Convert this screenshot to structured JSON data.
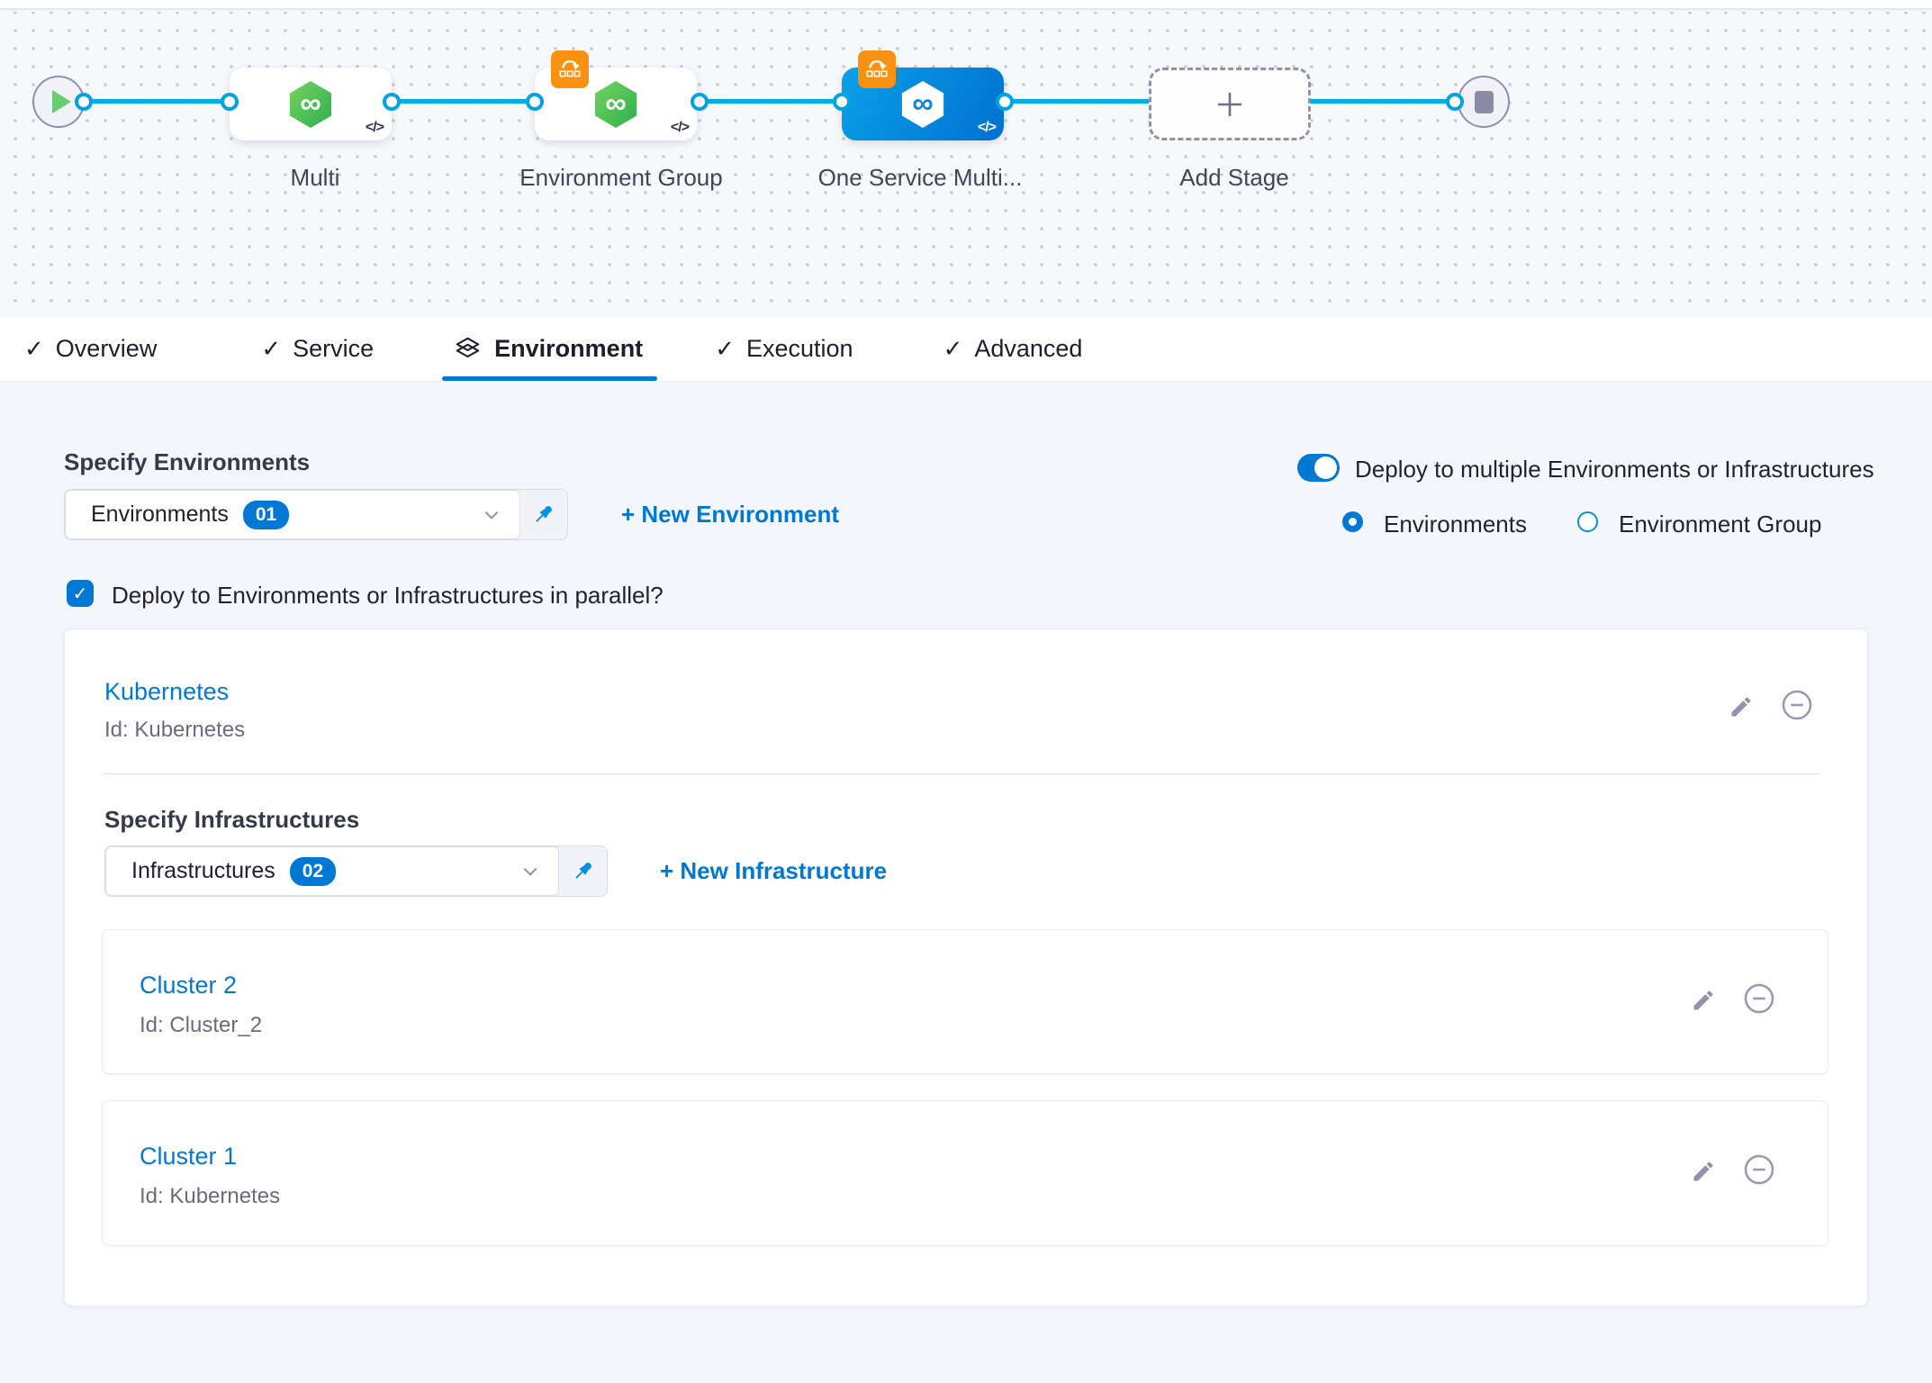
{
  "colors": {
    "accent_blue": "#0278d5",
    "connector_blue": "#00ade4",
    "stage_green": "#42ba53",
    "selected_stage_blue": "#0b8fdd",
    "badge_orange": "#fa9110",
    "icon_gray": "#9293ab"
  },
  "pipeline": {
    "code_badge": "</>",
    "nodes": [
      {
        "label": "Multi"
      },
      {
        "label": "Environment Group"
      },
      {
        "label": "One Service Multi..."
      }
    ],
    "add_stage_label": "Add Stage"
  },
  "tabs": [
    {
      "label": "Overview"
    },
    {
      "label": "Service"
    },
    {
      "label": "Environment"
    },
    {
      "label": "Execution"
    },
    {
      "label": "Advanced"
    }
  ],
  "environments": {
    "heading": "Specify Environments",
    "dropdown_value": "Environments",
    "dropdown_count": "01",
    "new_link": "+ New Environment",
    "toggle_label": "Deploy to multiple Environments or Infrastructures",
    "radio_environments": "Environments",
    "radio_environment_group": "Environment Group",
    "parallel_label": "Deploy to Environments or Infrastructures in parallel?"
  },
  "environment_card": {
    "name": "Kubernetes",
    "id": "Id: Kubernetes",
    "infra_heading": "Specify Infrastructures",
    "dropdown_value": "Infrastructures",
    "dropdown_count": "02",
    "new_link": "+ New Infrastructure",
    "clusters": [
      {
        "name": "Cluster 2",
        "id": "Id: Cluster_2"
      },
      {
        "name": "Cluster 1",
        "id": "Id: Kubernetes"
      }
    ]
  }
}
